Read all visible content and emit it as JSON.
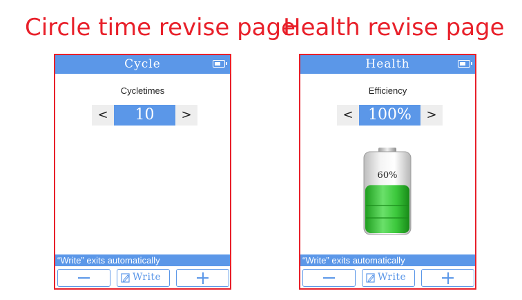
{
  "panels": [
    {
      "heading": "Circle time revise page",
      "title": "Cycle",
      "field_label": "Cycletimes",
      "value": "10",
      "prev_arrow": "<",
      "next_arrow": ">",
      "hint": "“Write” exits automatically",
      "write_label": "Write"
    },
    {
      "heading": "Health revise page",
      "title": "Health",
      "field_label": "Efficiency",
      "value": "100%",
      "prev_arrow": "<",
      "next_arrow": ">",
      "hint": "“Write” exits automatically",
      "write_label": "Write",
      "battery_label": "60%",
      "battery_level": 0.6
    }
  ],
  "colors": {
    "accent": "#5b97e8",
    "border": "#e8202a",
    "heading": "#e8202a",
    "battery_fill": "#33cc33"
  },
  "icons": [
    "battery-status-icon",
    "chevron-left-icon",
    "chevron-right-icon",
    "minus-icon",
    "edit-icon",
    "plus-icon",
    "battery-illustration"
  ]
}
